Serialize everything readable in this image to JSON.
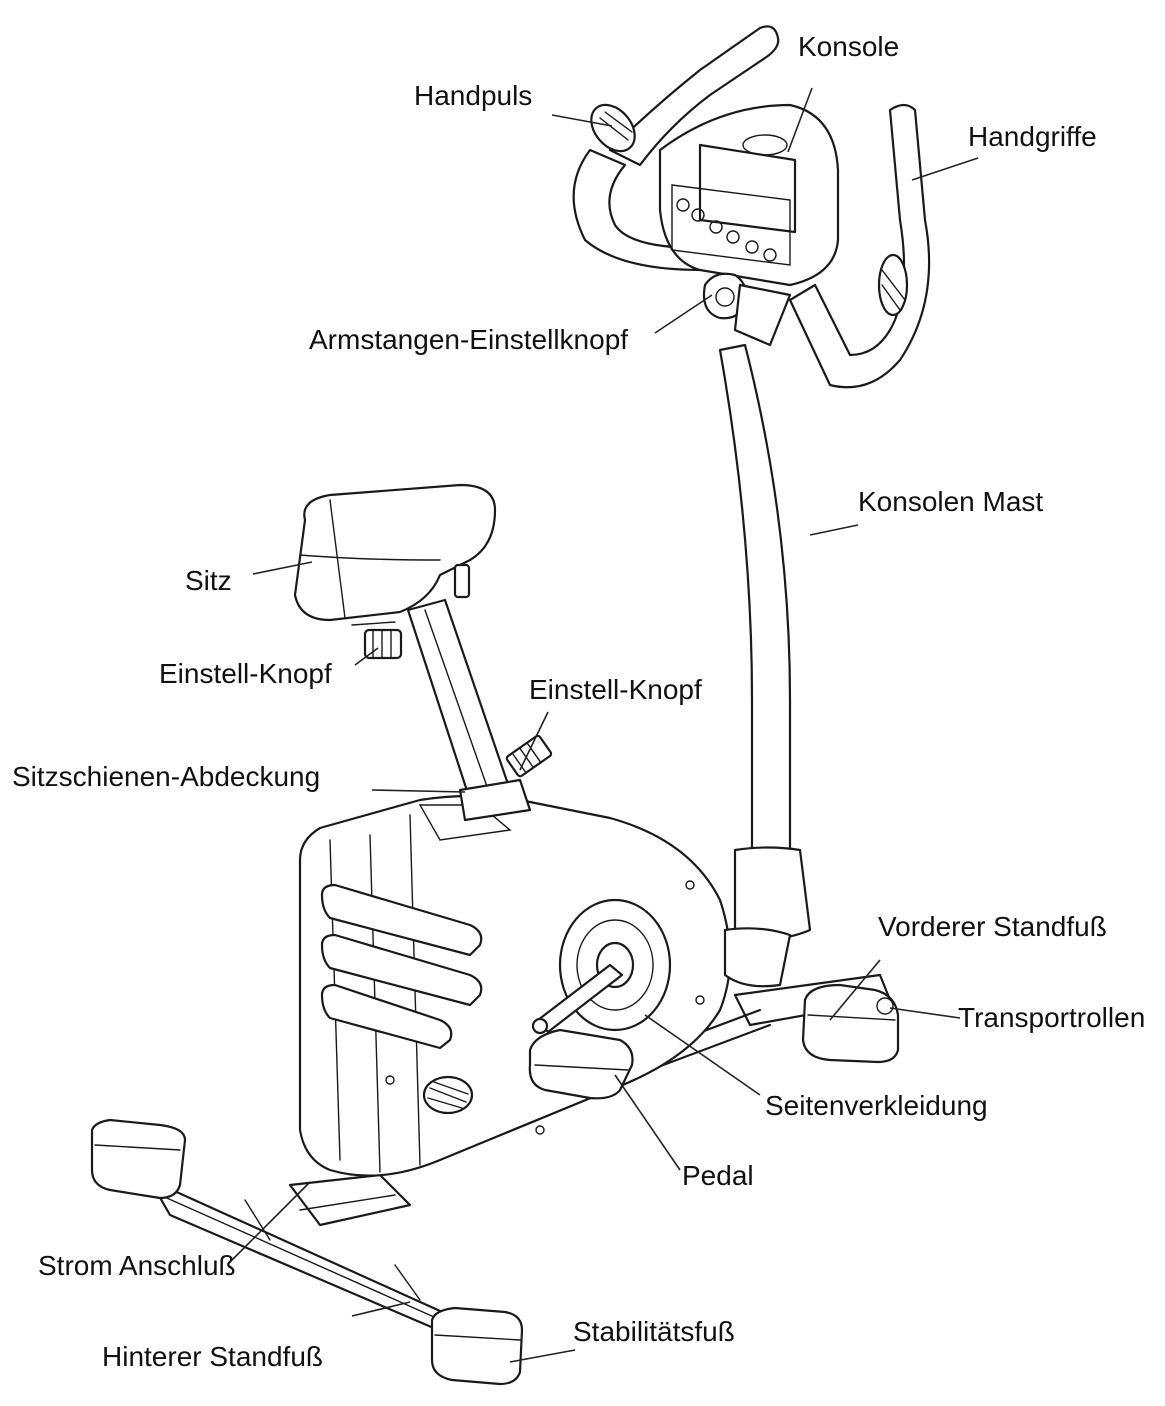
{
  "labels": {
    "handpuls": "Handpuls",
    "konsole": "Konsole",
    "handgriffe": "Handgriffe",
    "armstangen": "Armstangen-Einstellknopf",
    "konsolen_mast": "Konsolen Mast",
    "sitz": "Sitz",
    "einstell_knopf_seat": "Einstell-Knopf",
    "einstell_knopf_post": "Einstell-Knopf",
    "sitzschienen": "Sitzschienen-Abdeckung",
    "vorderer_standfuss": "Vorderer Standfuß",
    "transportrollen": "Transportrollen",
    "seitenverkleidung": "Seitenverkleidung",
    "pedal": "Pedal",
    "strom_anschluss": "Strom Anschluß",
    "stabilitaetsfuss": "Stabilitätsfuß",
    "hinterer_standfuss": "Hinterer Standfuß"
  }
}
